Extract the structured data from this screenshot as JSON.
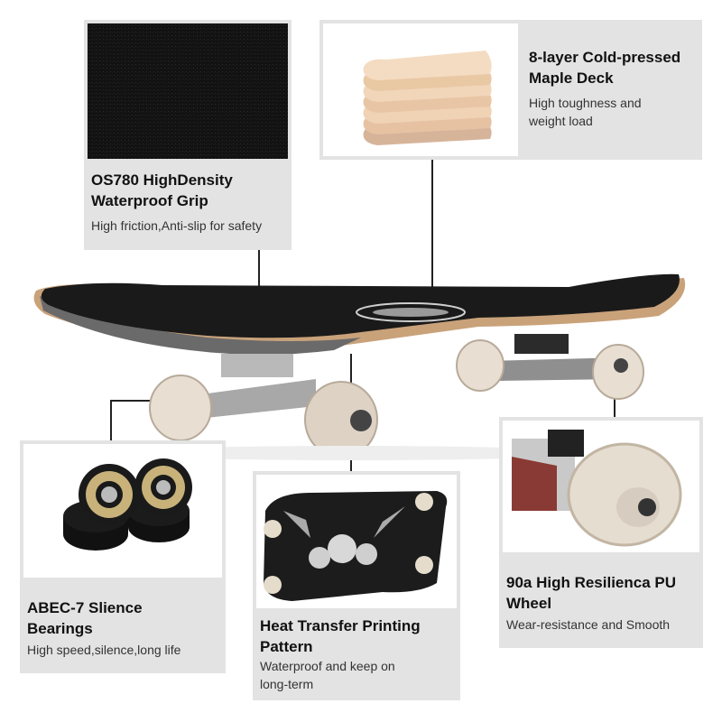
{
  "features": {
    "grip": {
      "title": "OS780 HighDensity\nWaterproof Grip",
      "desc": "High friction,Anti-slip for safety",
      "icon": "grip-tape-swatch"
    },
    "deck": {
      "title": "8-layer Cold-pressed\nMaple Deck",
      "desc": "High toughness and\nweight load",
      "icon": "maple-layers"
    },
    "bearings": {
      "title": "ABEC-7 Slience\nBearings",
      "desc": "High speed,silence,long life",
      "icon": "bearings"
    },
    "printing": {
      "title": "Heat Transfer Printing\nPattern",
      "desc": "Waterproof and keep on\nlong-term",
      "icon": "deck-print"
    },
    "wheel": {
      "title": "90a High Resilienca PU\nWheel",
      "desc": "Wear-resistance and Smooth",
      "icon": "pu-wheel"
    }
  },
  "colors": {
    "card_bg": "#e3e3e3",
    "grip": "#111111",
    "maple": "#e9c8a4",
    "wheel": "#d9cfc4"
  }
}
